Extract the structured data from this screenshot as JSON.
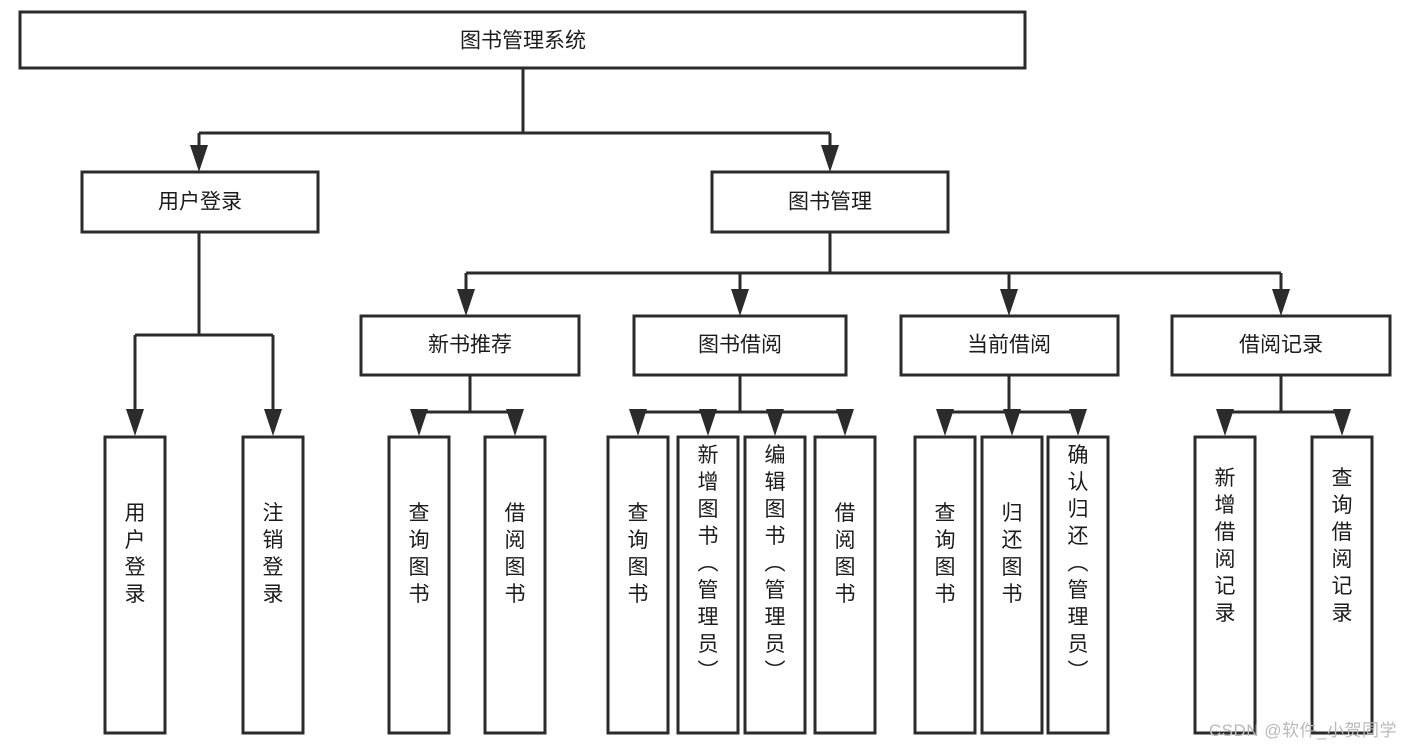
{
  "diagram": {
    "type": "tree-hierarchy",
    "title": "图书管理系统",
    "root": {
      "label": "图书管理系统",
      "orientation": "horizontal"
    },
    "level2": [
      {
        "label": "用户登录",
        "orientation": "horizontal"
      },
      {
        "label": "图书管理",
        "orientation": "horizontal"
      }
    ],
    "level3": [
      {
        "label": "新书推荐",
        "orientation": "horizontal",
        "parent": "图书管理"
      },
      {
        "label": "图书借阅",
        "orientation": "horizontal",
        "parent": "图书管理"
      },
      {
        "label": "当前借阅",
        "orientation": "horizontal",
        "parent": "图书管理"
      },
      {
        "label": "借阅记录",
        "orientation": "horizontal",
        "parent": "图书管理"
      }
    ],
    "leaves": [
      {
        "label": "用户登录",
        "orientation": "vertical",
        "parent": "用户登录"
      },
      {
        "label": "注销登录",
        "orientation": "vertical",
        "parent": "用户登录"
      },
      {
        "label": "查询图书",
        "orientation": "vertical",
        "parent": "新书推荐"
      },
      {
        "label": "借阅图书",
        "orientation": "vertical",
        "parent": "新书推荐"
      },
      {
        "label": "查询图书",
        "orientation": "vertical",
        "parent": "图书借阅"
      },
      {
        "label": "新增图书（管理员）",
        "orientation": "vertical",
        "parent": "图书借阅"
      },
      {
        "label": "编辑图书（管理员）",
        "orientation": "vertical",
        "parent": "图书借阅"
      },
      {
        "label": "借阅图书",
        "orientation": "vertical",
        "parent": "图书借阅"
      },
      {
        "label": "查询图书",
        "orientation": "vertical",
        "parent": "当前借阅"
      },
      {
        "label": "归还图书",
        "orientation": "vertical",
        "parent": "当前借阅"
      },
      {
        "label": "确认归还（管理员）",
        "orientation": "vertical",
        "parent": "当前借阅"
      },
      {
        "label": "新增借阅记录",
        "orientation": "vertical",
        "parent": "借阅记录"
      },
      {
        "label": "查询借阅记录",
        "orientation": "vertical",
        "parent": "借阅记录"
      }
    ],
    "colors": {
      "stroke": "#2b2b2b",
      "fill": "#ffffff",
      "text": "#1c1c1c",
      "watermark": "#b9b9b9"
    }
  },
  "watermark": {
    "text": "CSDN @软件_小贺同学"
  }
}
